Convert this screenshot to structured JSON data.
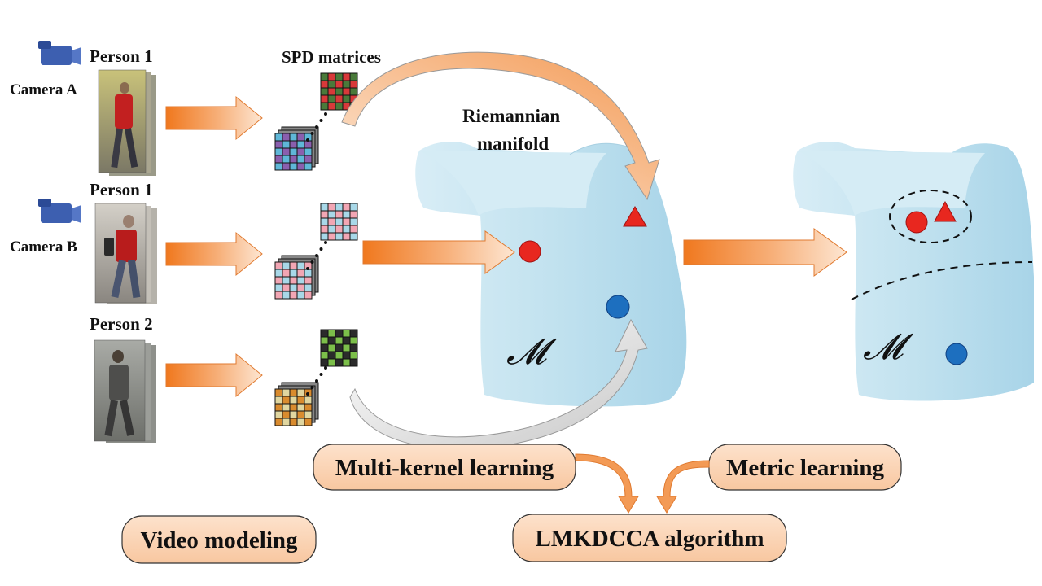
{
  "labels": {
    "person1_a": "Person 1",
    "camera_a": "Camera A",
    "person1_b": "Person 1",
    "camera_b": "Camera B",
    "person2": "Person 2",
    "spd": "SPD matrices",
    "riemannian_1": "Riemannian",
    "riemannian_2": "manifold",
    "manifold_symbol": "𝓜"
  },
  "boxes": {
    "multi_kernel": "Multi-kernel learning",
    "metric": "Metric learning",
    "lmkdcca": "LMKDCCA algorithm",
    "video_modeling": "Video modeling"
  },
  "colors": {
    "arrow_orange": "#f08a3c",
    "box_fill": "#fbd5b5",
    "manifold_fill": "#bfe0ee",
    "red_marker": "#e8271f",
    "blue_marker": "#1d6fbf"
  }
}
